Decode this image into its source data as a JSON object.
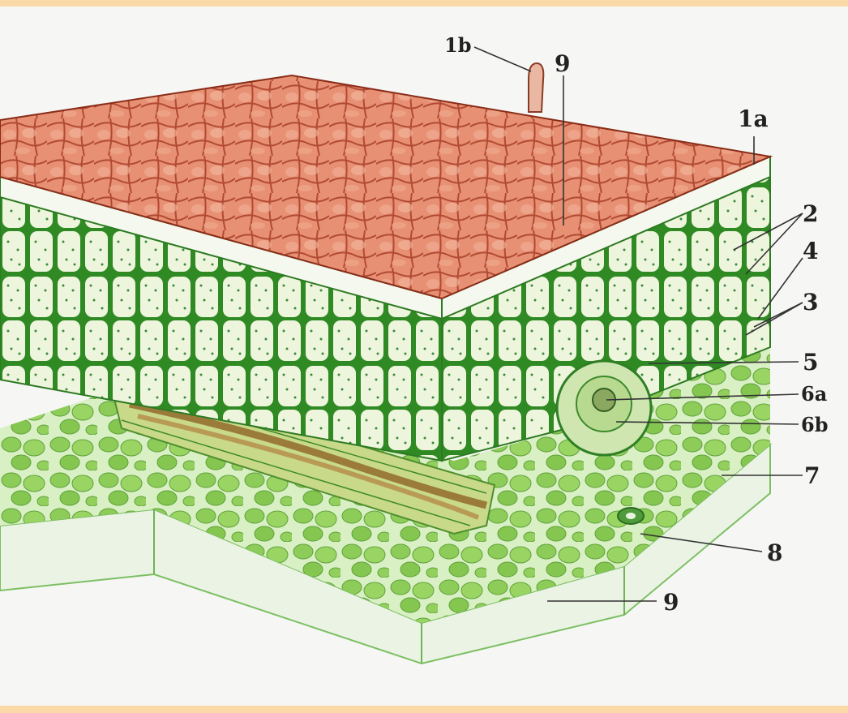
{
  "labels": {
    "l1b": "1b",
    "l9top": "9",
    "l1a": "1a",
    "l2": "2",
    "l4": "4",
    "l3": "3",
    "l5": "5",
    "l6a": "6a",
    "l6b": "6b",
    "l7": "7",
    "l8": "8",
    "l9bottom": "9"
  },
  "colors": {
    "upper_epidermis_surface": "#e9886a",
    "cell_wall_green": "#3e9a2e",
    "palisade_fill": "#eef5dd",
    "spongy_cell": "#8fcf5a",
    "vein": "#b9a35a",
    "lower_epidermis": "#f1f6ec",
    "page_border": "#fbd9a6"
  },
  "icons": {
    "illustration": "leaf-cross-section-illustration"
  }
}
